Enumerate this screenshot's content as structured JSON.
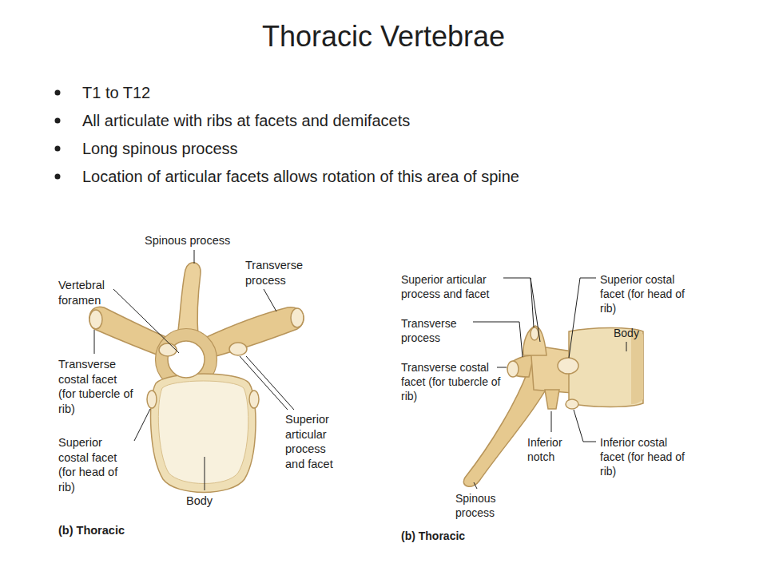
{
  "diagram": {
    "title": "Thoracic Vertebrae",
    "labels": [
      "T1 to T12",
      "All articulate with ribs at facets and demifacets",
      "Long spinous process",
      "Location of articular facets allows rotation of this area of spine",
      "Spinous process",
      "Transverse process",
      "Vertebral foramen",
      "Transverse costal facet (for tubercle of rib)",
      "Superior articular process and facet",
      "Superior costal facet (for head of rib)",
      "Body",
      "(b) Thoracic",
      "Superior articular process and facet",
      "Transverse process",
      "Transverse costal facet (for tubercle of rib)",
      "Inferior notch",
      "Spinous process",
      "Superior costal facet (for head of rib)",
      "Body",
      "Inferior costal facet (for head of rib)",
      "(b) Thoracic"
    ]
  }
}
